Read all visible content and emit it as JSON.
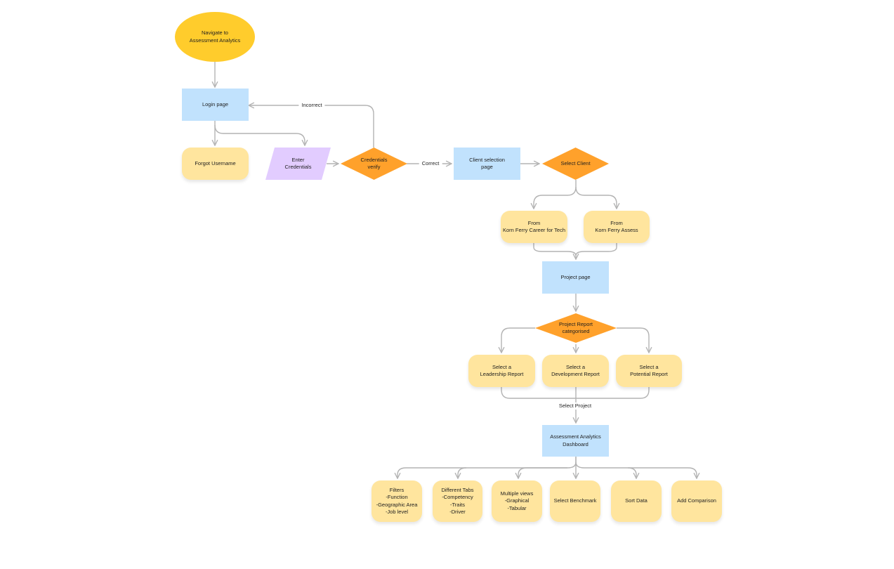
{
  "nodes": {
    "start": "Navigate to\nAssessment Analytics",
    "login": "Login page",
    "forgot": "Forgot Username",
    "enter": "Enter\nCredentials",
    "verify": "Credentials\nverify",
    "client_page": "Client selection\npage",
    "select_client": "Select Client",
    "from_tech": "From\nKorn Ferry Career for Tech",
    "from_assess": "From\nKorn Ferry Assess",
    "project_page": "Project page",
    "categorised": "Project Report\ncategorised",
    "leadership": "Select a\nLeadership Report",
    "development": "Select a\nDevelopment Report",
    "potential": "Select a\nPotential Report",
    "dashboard": "Assessment Analytics\nDashboard",
    "filters": "Filters\n-Function\n-Geographic Area\n-Job level",
    "tabs": "Different Tabs\n-Competency\n-Traits\n-Driver",
    "views": "Multiple views\n-Graphical\n-Tabular",
    "benchmark": "Select Benchmark",
    "sort": "Sort Data",
    "comparison": "Add Comparison"
  },
  "edge_labels": {
    "incorrect": "Incorrect",
    "correct": "Correct",
    "select_project": "Select Project"
  },
  "colors": {
    "terminal": "#ffcc2c",
    "process": "#c1e2fd",
    "rounded": "#ffe59e",
    "decision": "#ffa12b",
    "io": "#e2ccff",
    "connector": "#b3b3b3"
  }
}
